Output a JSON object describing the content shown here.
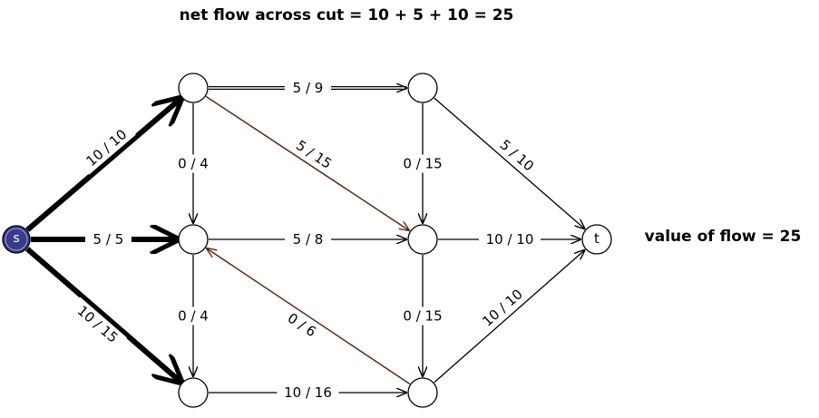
{
  "header": {
    "cut_text": "net flow across cut  =  10 + 5 + 10 =  25"
  },
  "side": {
    "flow_value_text": "value of flow  =  25"
  },
  "nodes": [
    {
      "id": "s",
      "label": "s",
      "fill": "#3b3b8c"
    },
    {
      "id": "a",
      "label": ""
    },
    {
      "id": "b",
      "label": ""
    },
    {
      "id": "c",
      "label": ""
    },
    {
      "id": "d",
      "label": ""
    },
    {
      "id": "e",
      "label": ""
    },
    {
      "id": "f",
      "label": ""
    },
    {
      "id": "t",
      "label": "t"
    }
  ],
  "edges": [
    {
      "from": "s",
      "to": "a",
      "flow": 10,
      "capacity": 10,
      "label": "10 / 10",
      "style": "cut"
    },
    {
      "from": "s",
      "to": "b",
      "flow": 5,
      "capacity": 5,
      "label": "5 / 5",
      "style": "cut"
    },
    {
      "from": "s",
      "to": "c",
      "flow": 10,
      "capacity": 15,
      "label": "10 / 15",
      "style": "cut"
    },
    {
      "from": "a",
      "to": "d",
      "flow": 5,
      "capacity": 9,
      "label": "5 / 9",
      "style": "double"
    },
    {
      "from": "a",
      "to": "b",
      "flow": 0,
      "capacity": 4,
      "label": "0 / 4",
      "style": "thin"
    },
    {
      "from": "a",
      "to": "e",
      "flow": 5,
      "capacity": 15,
      "label": "5 / 15",
      "style": "brown"
    },
    {
      "from": "d",
      "to": "e",
      "flow": 0,
      "capacity": 15,
      "label": "0 / 15",
      "style": "thin"
    },
    {
      "from": "d",
      "to": "t",
      "flow": 5,
      "capacity": 10,
      "label": "5 / 10",
      "style": "normal"
    },
    {
      "from": "b",
      "to": "e",
      "flow": 5,
      "capacity": 8,
      "label": "5 / 8",
      "style": "normal"
    },
    {
      "from": "e",
      "to": "t",
      "flow": 10,
      "capacity": 10,
      "label": "10 / 10",
      "style": "normal"
    },
    {
      "from": "b",
      "to": "c",
      "flow": 0,
      "capacity": 4,
      "label": "0 / 4",
      "style": "thin"
    },
    {
      "from": "f",
      "to": "b",
      "flow": 0,
      "capacity": 6,
      "label": "0 / 6",
      "style": "brown"
    },
    {
      "from": "e",
      "to": "f",
      "flow": 0,
      "capacity": 15,
      "label": "0 / 15",
      "style": "thin"
    },
    {
      "from": "c",
      "to": "f",
      "flow": 10,
      "capacity": 16,
      "label": "10 / 16",
      "style": "normal"
    },
    {
      "from": "f",
      "to": "t",
      "flow": 10,
      "capacity": 10,
      "label": "10 / 10",
      "style": "normal"
    }
  ]
}
